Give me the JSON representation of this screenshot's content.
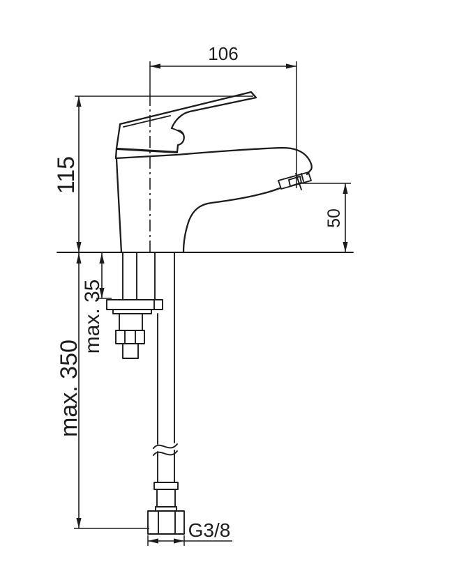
{
  "drawing": {
    "title": "basin-mixer-faucet-dimension-drawing",
    "background": "#ffffff",
    "line_color": "#1c1c1c",
    "dims": {
      "spout_reach": "106",
      "body_height": "115",
      "spout_height": "50",
      "mounting_thickness": "max. 35",
      "hose_length": "max. 350",
      "thread_size": "G3/8"
    }
  }
}
